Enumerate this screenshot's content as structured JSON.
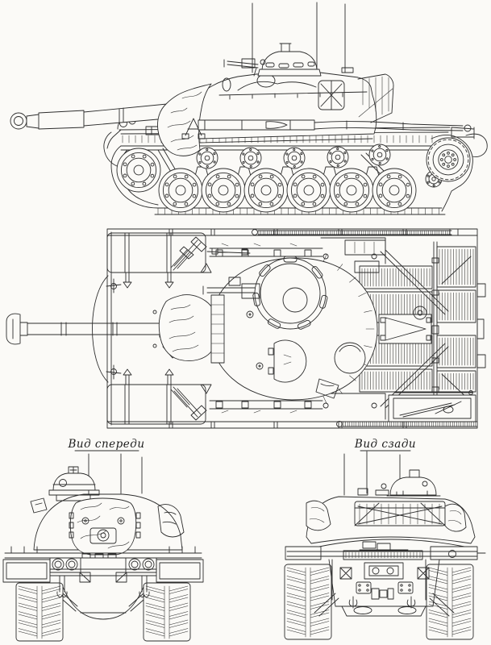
{
  "page": {
    "background_color": "#fbfaf7",
    "ink_color": "#2d2d2d"
  },
  "labels": {
    "front_view": "Вид спереди",
    "rear_view": "Вид сзади"
  },
  "views": [
    {
      "id": "side-view",
      "caption": ""
    },
    {
      "id": "top-view",
      "caption": ""
    },
    {
      "id": "front-view",
      "caption": "Вид спереди"
    },
    {
      "id": "rear-view",
      "caption": "Вид сзади"
    }
  ]
}
